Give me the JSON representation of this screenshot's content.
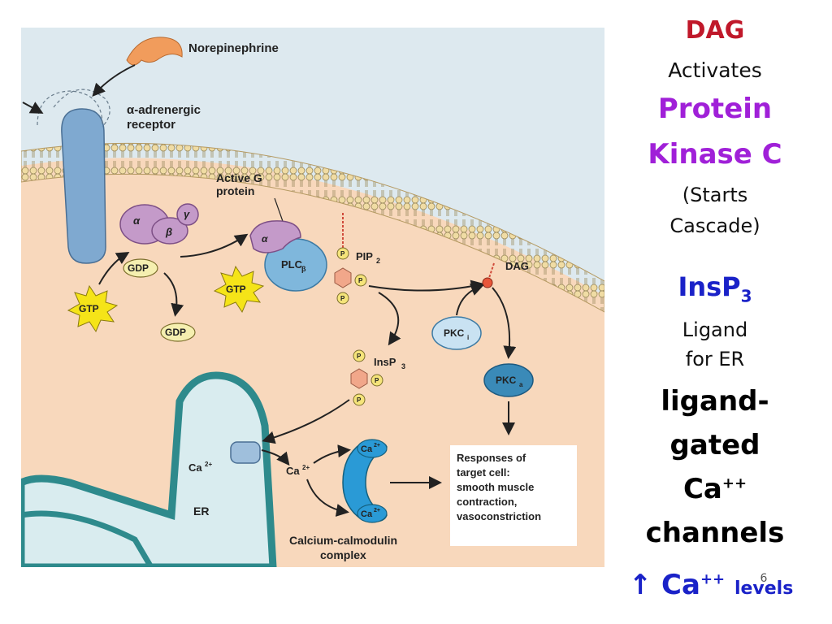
{
  "diagram": {
    "labels": {
      "norepinephrine": "Norepinephrine",
      "receptor_line1": "α-adrenergic",
      "receptor_line2": "receptor",
      "active_g_line1": "Active G",
      "active_g_line2": "protein",
      "alpha": "α",
      "beta": "β",
      "gamma": "γ",
      "alpha2": "α",
      "gdp_top": "GDP",
      "gtp_left": "GTP",
      "gtp_mid": "GTP",
      "gdp_bottom": "GDP",
      "plc": "PLC",
      "plc_sub": "β",
      "pip": "PIP",
      "pip_sub": "2",
      "dag": "DAG",
      "pkci": "PKC",
      "pkci_sub": "i",
      "pkca": "PKC",
      "pkca_sub": "a",
      "insp": "InsP",
      "insp_sub": "3",
      "p": "P",
      "ca_er": "Ca",
      "ca_er_sup": "2+",
      "ca_mid": "Ca",
      "ca_mid_sup": "2+",
      "ca_cal_top": "Ca",
      "ca_cal_top_sup": "2+",
      "ca_cal_bot": "Ca",
      "ca_cal_bot_sup": "2+",
      "er": "ER",
      "calmodulin_line1": "Calcium-calmodulin",
      "calmodulin_line2": "complex",
      "responses": [
        "Responses of",
        "target cell:",
        "smooth muscle",
        "contraction,",
        "vasoconstriction"
      ]
    }
  },
  "side": {
    "dag": "DAG",
    "activates": "Activates",
    "protein": "Protein",
    "kinase_c": "Kinase C",
    "starts": "(Starts",
    "cascade": "Cascade)",
    "insp": "InsP",
    "insp_sub": "3",
    "ligand": "Ligand",
    "for_er": "for ER",
    "ligand_dash": "ligand-",
    "gated": "gated",
    "ca": "Ca",
    "ca_sup": "++",
    "channels": "channels",
    "arrow": "↑",
    "ca2": "Ca",
    "ca2_sup": "++",
    "levels": "levels",
    "page_number": "6"
  },
  "colors": {
    "extracellular": "#dde9ef",
    "cytoplasm": "#f8d8bc",
    "membrane_head": "#efd9a0",
    "receptor": "#7fa9d0",
    "g_protein": "#c49ac9",
    "plc": "#7fb7dc",
    "gtp": "#f5e418",
    "er_fill": "#d9ecef",
    "er_edge": "#2e8a8c",
    "calmodulin": "#2a9ad6",
    "red": "#c0182a",
    "purple": "#a020d8",
    "blue": "#1a22c8"
  }
}
